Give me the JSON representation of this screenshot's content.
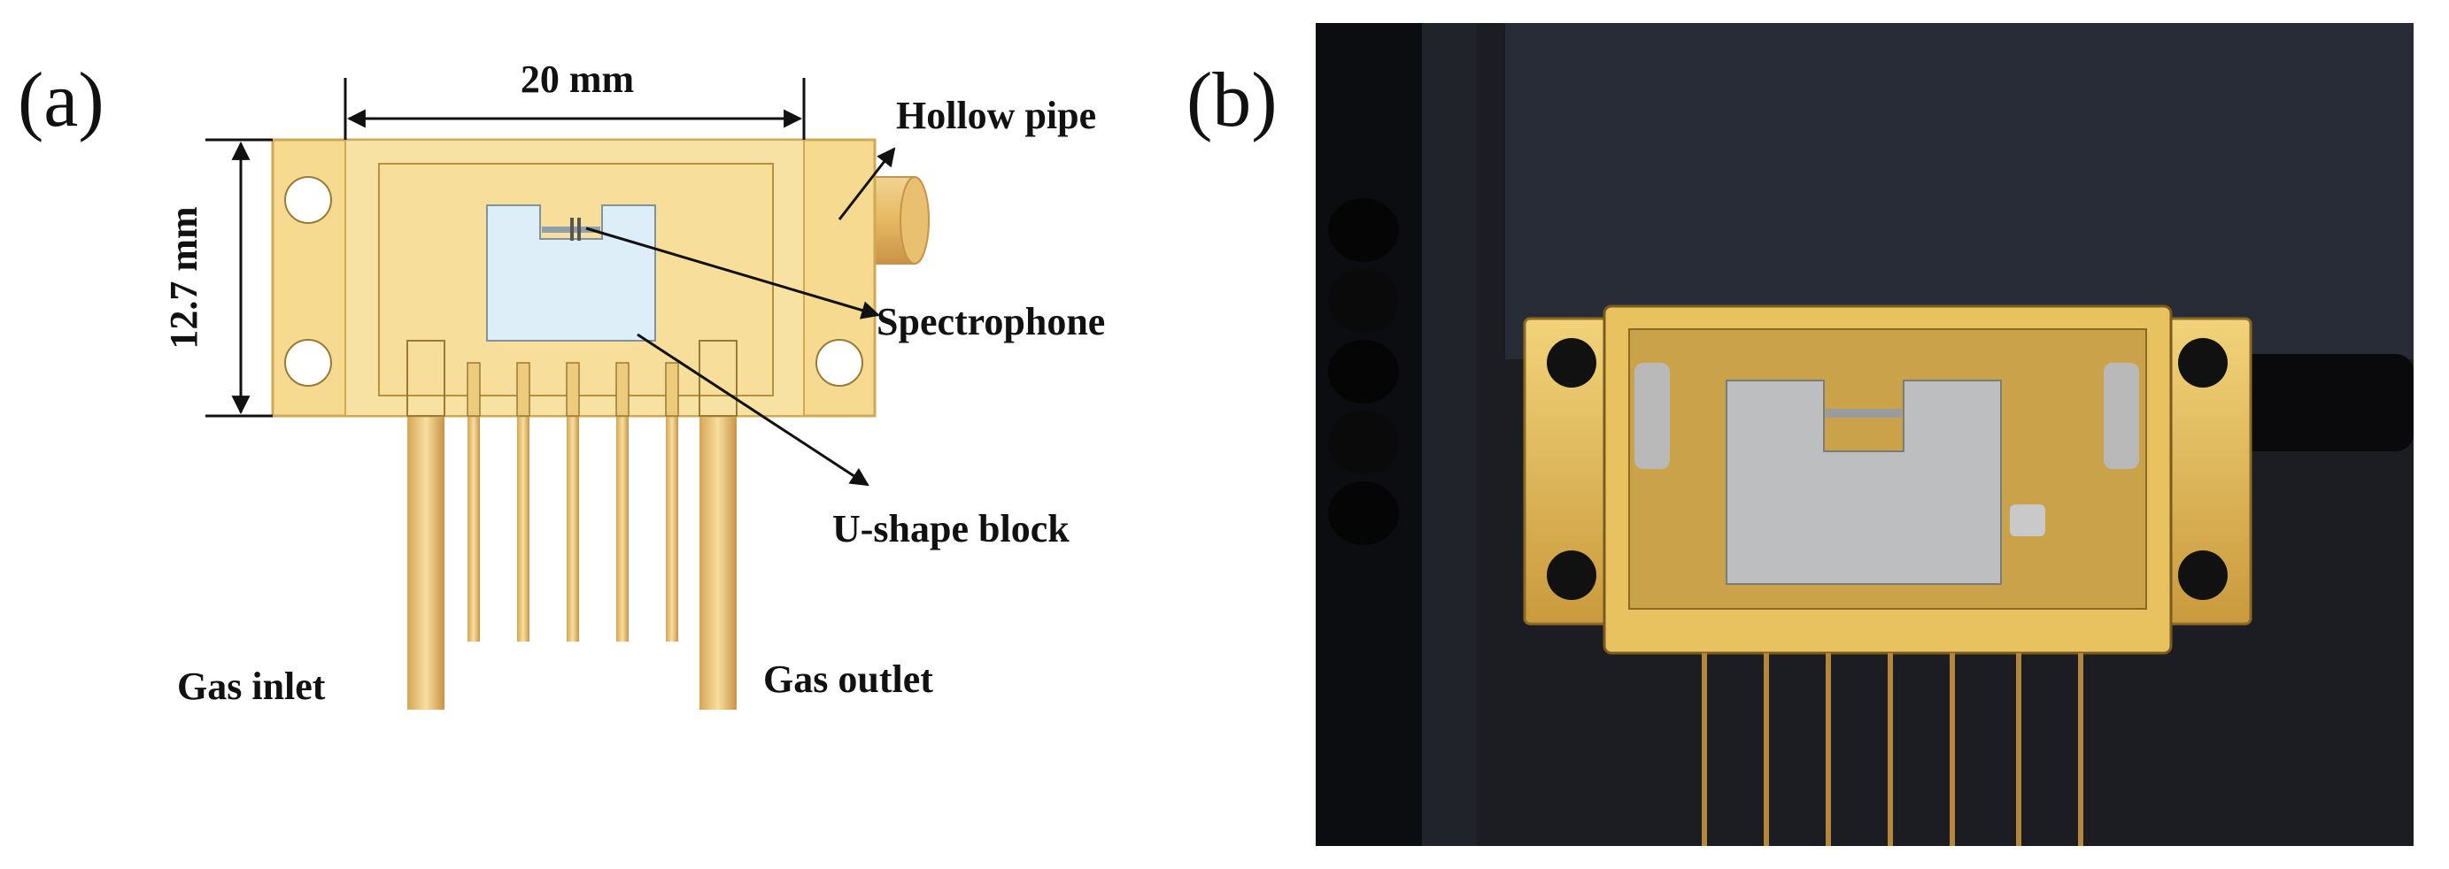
{
  "panel_a": {
    "label": "(a)",
    "dimension_width": "20 mm",
    "dimension_height": "12.7 mm",
    "callouts": {
      "hollow_pipe": "Hollow pipe",
      "spectrophone": "Spectrophone",
      "u_shape_block": "U-shape block",
      "gas_inlet": "Gas inlet",
      "gas_outlet": "Gas outlet"
    }
  },
  "panel_b": {
    "label": "(b)"
  },
  "colors": {
    "gold": "#f3d78c",
    "gold_dark": "#d9b55e",
    "block": "#dcecf7",
    "photo_bg": "#1b1d22"
  }
}
